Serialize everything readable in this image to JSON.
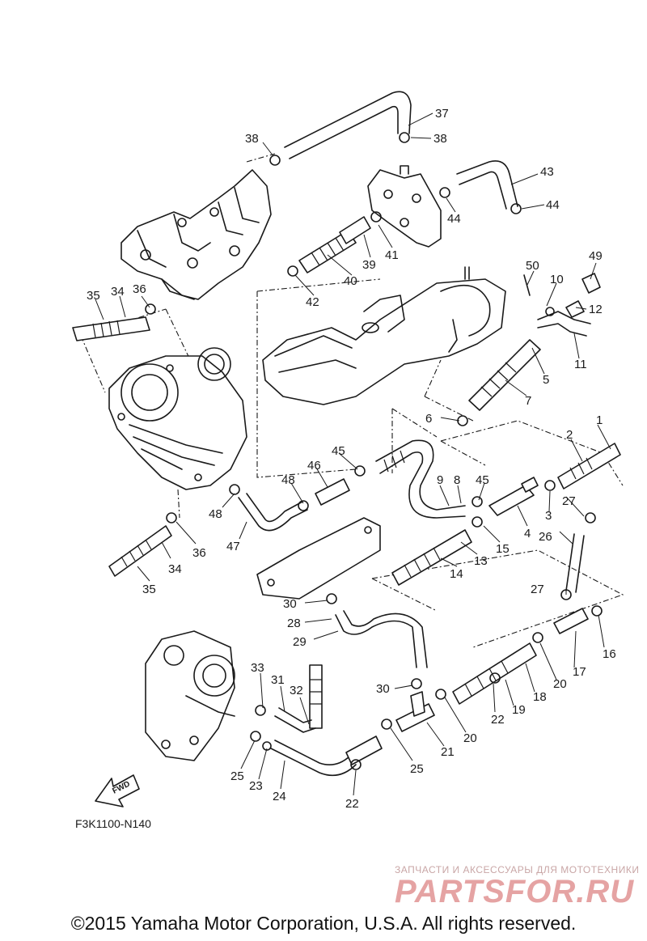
{
  "diagram": {
    "callouts": [
      {
        "id": "c1",
        "label": "1"
      },
      {
        "id": "c2",
        "label": "2"
      },
      {
        "id": "c3",
        "label": "3"
      },
      {
        "id": "c4",
        "label": "4"
      },
      {
        "id": "c5",
        "label": "5"
      },
      {
        "id": "c6",
        "label": "6"
      },
      {
        "id": "c7",
        "label": "7"
      },
      {
        "id": "c8",
        "label": "8"
      },
      {
        "id": "c9",
        "label": "9"
      },
      {
        "id": "c10",
        "label": "10"
      },
      {
        "id": "c11",
        "label": "11"
      },
      {
        "id": "c12",
        "label": "12"
      },
      {
        "id": "c13",
        "label": "13"
      },
      {
        "id": "c14",
        "label": "14"
      },
      {
        "id": "c15",
        "label": "15"
      },
      {
        "id": "c16",
        "label": "16"
      },
      {
        "id": "c17",
        "label": "17"
      },
      {
        "id": "c18",
        "label": "18"
      },
      {
        "id": "c19",
        "label": "19"
      },
      {
        "id": "c20a",
        "label": "20"
      },
      {
        "id": "c20b",
        "label": "20"
      },
      {
        "id": "c21",
        "label": "21"
      },
      {
        "id": "c22a",
        "label": "22"
      },
      {
        "id": "c22b",
        "label": "22"
      },
      {
        "id": "c23",
        "label": "23"
      },
      {
        "id": "c24",
        "label": "24"
      },
      {
        "id": "c25a",
        "label": "25"
      },
      {
        "id": "c25b",
        "label": "25"
      },
      {
        "id": "c26",
        "label": "26"
      },
      {
        "id": "c27a",
        "label": "27"
      },
      {
        "id": "c27b",
        "label": "27"
      },
      {
        "id": "c28",
        "label": "28"
      },
      {
        "id": "c29",
        "label": "29"
      },
      {
        "id": "c30a",
        "label": "30"
      },
      {
        "id": "c30b",
        "label": "30"
      },
      {
        "id": "c31",
        "label": "31"
      },
      {
        "id": "c32",
        "label": "32"
      },
      {
        "id": "c33",
        "label": "33"
      },
      {
        "id": "c34a",
        "label": "34"
      },
      {
        "id": "c34b",
        "label": "34"
      },
      {
        "id": "c35a",
        "label": "35"
      },
      {
        "id": "c35b",
        "label": "35"
      },
      {
        "id": "c36a",
        "label": "36"
      },
      {
        "id": "c36b",
        "label": "36"
      },
      {
        "id": "c37",
        "label": "37"
      },
      {
        "id": "c38a",
        "label": "38"
      },
      {
        "id": "c38b",
        "label": "38"
      },
      {
        "id": "c39",
        "label": "39"
      },
      {
        "id": "c40",
        "label": "40"
      },
      {
        "id": "c41",
        "label": "41"
      },
      {
        "id": "c42",
        "label": "42"
      },
      {
        "id": "c43",
        "label": "43"
      },
      {
        "id": "c44a",
        "label": "44"
      },
      {
        "id": "c44b",
        "label": "44"
      },
      {
        "id": "c45a",
        "label": "45"
      },
      {
        "id": "c45b",
        "label": "45"
      },
      {
        "id": "c46",
        "label": "46"
      },
      {
        "id": "c47",
        "label": "47"
      },
      {
        "id": "c48a",
        "label": "48"
      },
      {
        "id": "c48b",
        "label": "48"
      },
      {
        "id": "c49",
        "label": "49"
      },
      {
        "id": "c50",
        "label": "50"
      }
    ],
    "fwd_label": "FWD",
    "figure_code": "F3K1100-N140"
  },
  "watermark": {
    "subtitle": "ЗАПЧАСТИ И АКСЕССУАРЫ ДЛЯ МОТОТЕХНИКИ",
    "logo": "PARTSFOR.RU"
  },
  "footer": {
    "copyright": "©2015 Yamaha Motor Corporation, U.S.A. All rights reserved."
  }
}
